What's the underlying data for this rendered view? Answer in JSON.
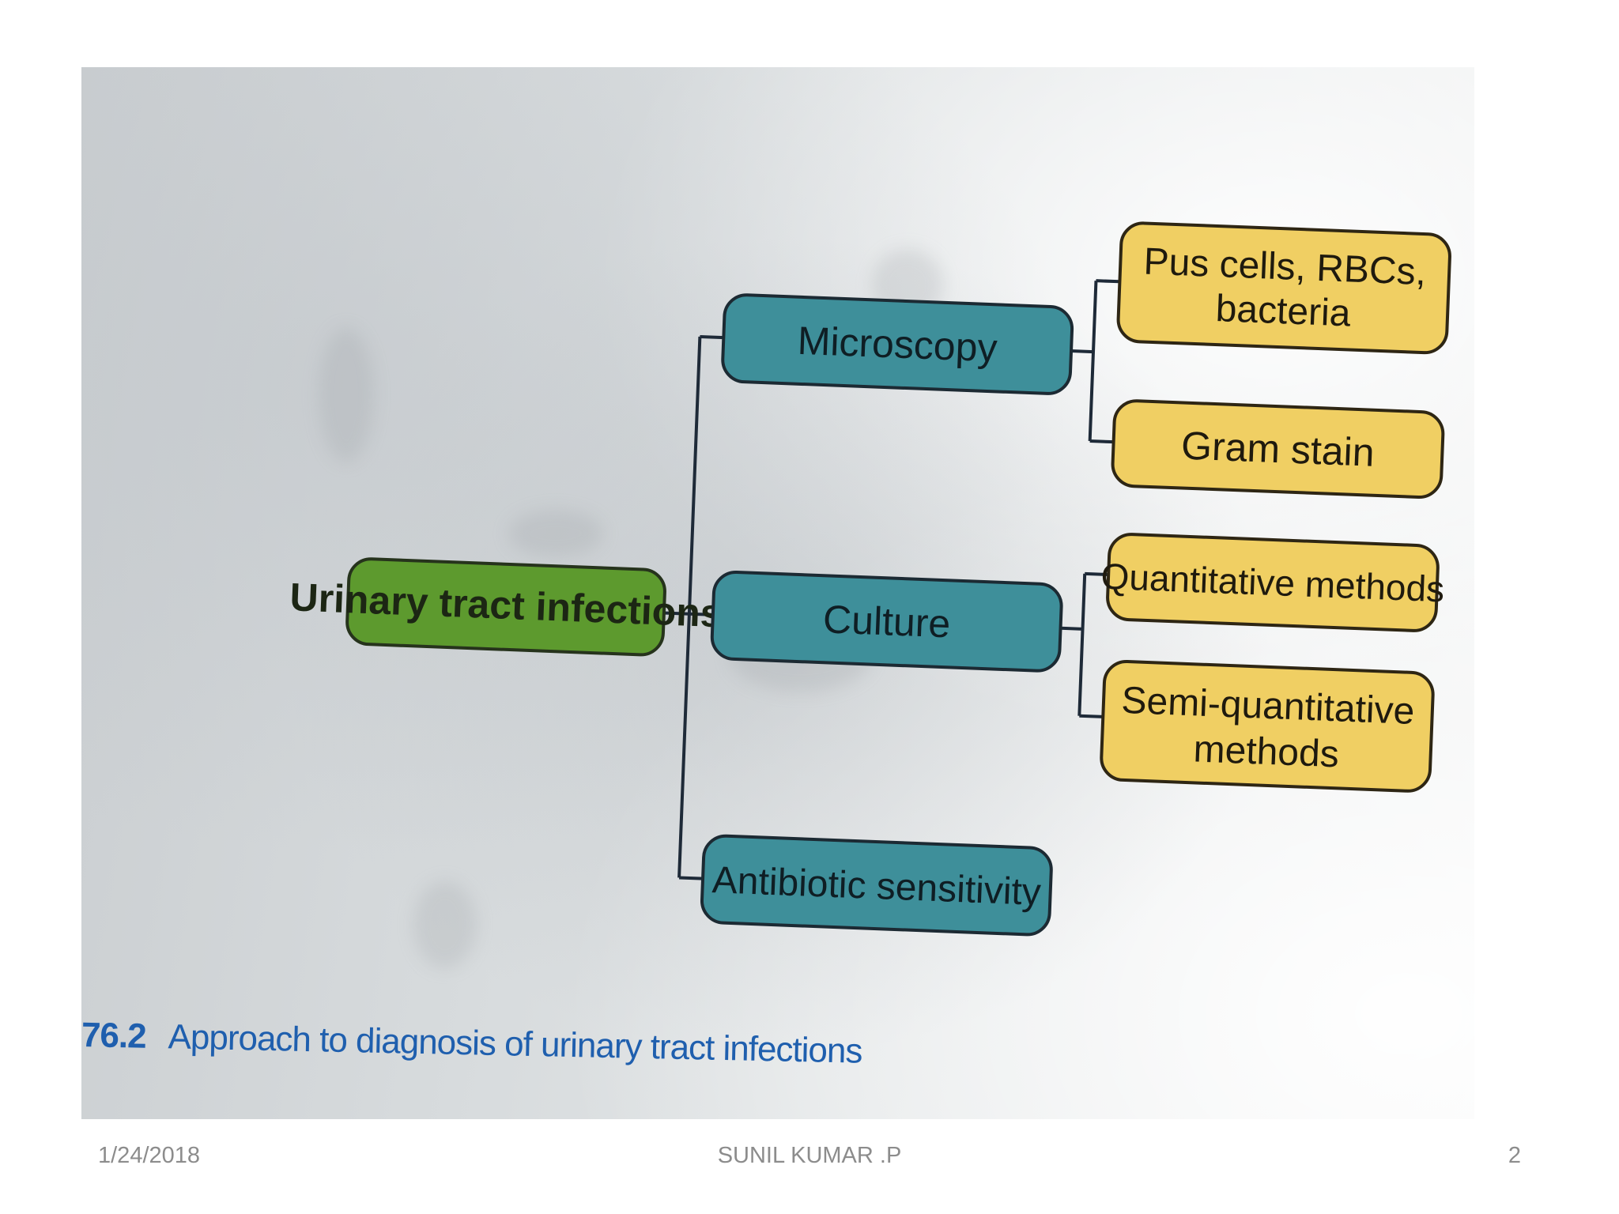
{
  "diagram": {
    "root": {
      "label": "Urinary tract infections",
      "color": "#5d9a2e"
    },
    "branches": [
      {
        "label": "Microscopy",
        "color": "#3e8f9a",
        "children": [
          {
            "label_lines": [
              "Pus cells, RBCs,",
              "bacteria"
            ],
            "color": "#f0cf63"
          },
          {
            "label_lines": [
              "Gram stain"
            ],
            "color": "#f0cf63"
          }
        ]
      },
      {
        "label": "Culture",
        "color": "#3e8f9a",
        "children": [
          {
            "label_lines": [
              "Quantitative methods"
            ],
            "color": "#f0cf63"
          },
          {
            "label_lines": [
              "Semi-quantitative",
              "methods"
            ],
            "color": "#f0cf63"
          }
        ]
      },
      {
        "label": "Antibiotic sensitivity",
        "color": "#3e8f9a",
        "children": []
      }
    ]
  },
  "caption": {
    "figure_number": "76.2",
    "text": "Approach to diagnosis of urinary tract infections"
  },
  "footer": {
    "date": "1/24/2018",
    "author": "SUNIL KUMAR .P",
    "page": "2"
  }
}
